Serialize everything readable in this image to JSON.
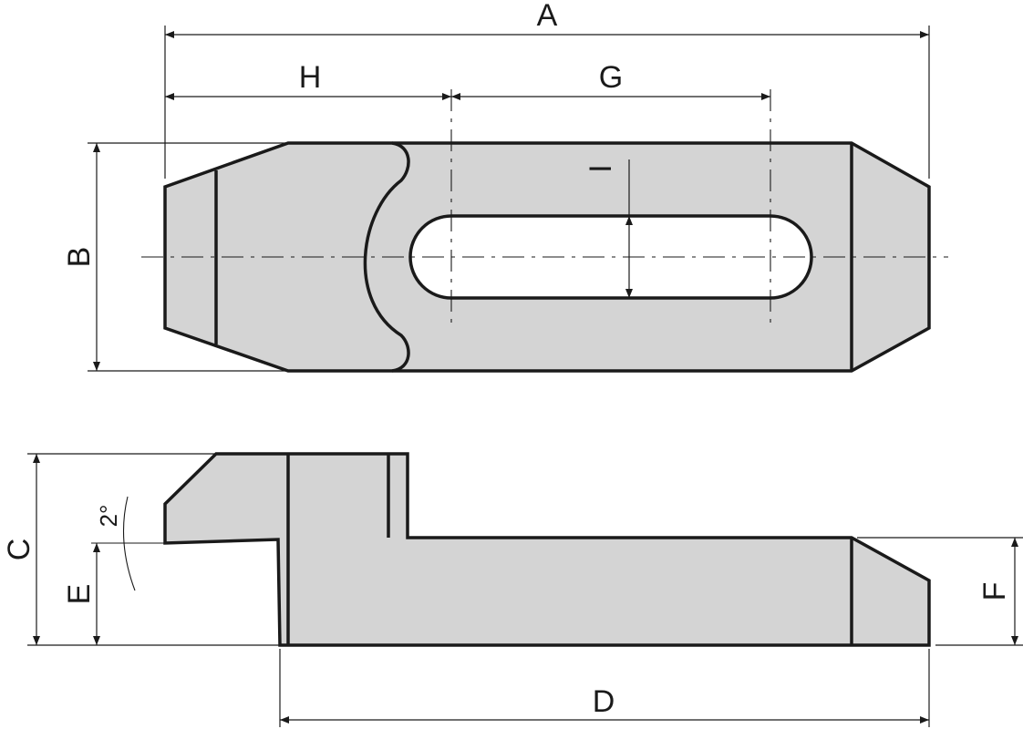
{
  "labels": {
    "A": "A",
    "B": "B",
    "C": "C",
    "D": "D",
    "E": "E",
    "F": "F",
    "G": "G",
    "H": "H",
    "I": "I",
    "angle": "2°"
  },
  "colors": {
    "part_fill": "#d4d4d4",
    "outline": "#1a1a1a",
    "background": "#ffffff"
  }
}
